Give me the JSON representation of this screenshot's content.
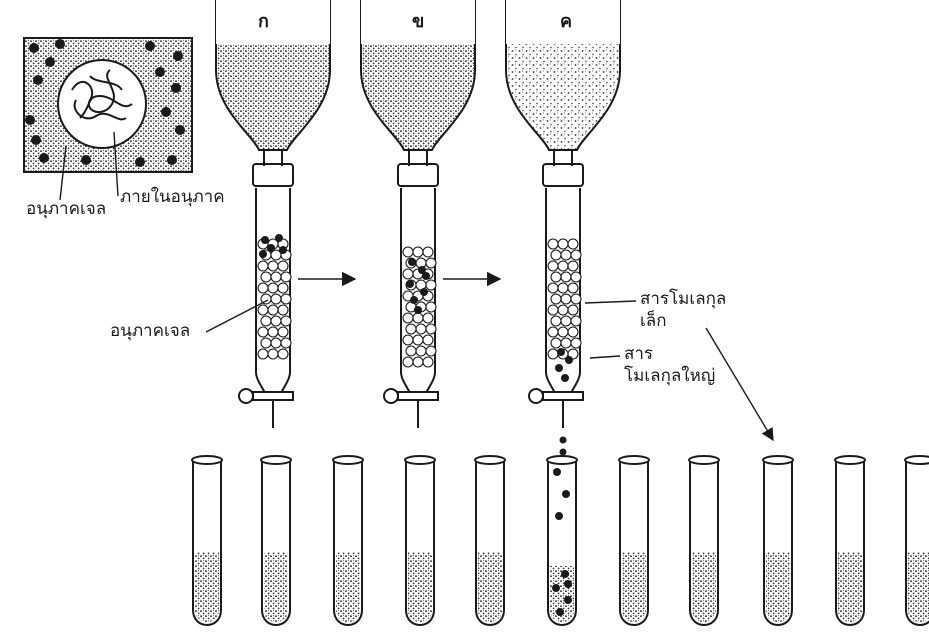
{
  "column_labels": [
    "ก",
    "ข",
    "ค"
  ],
  "inset": {
    "bead_label": "อนุภาคเจล",
    "pore_label": "ภายในอนุภาค"
  },
  "column_bead_label": "อนุภาคเจล",
  "small_molecule_label": [
    "สารโมเลกุล",
    "เล็ก"
  ],
  "large_molecule_label": [
    "สาร",
    "โมเลกุลใหญ่"
  ],
  "colors": {
    "ink": "#1a1a1a",
    "paper": "#ffffff"
  }
}
